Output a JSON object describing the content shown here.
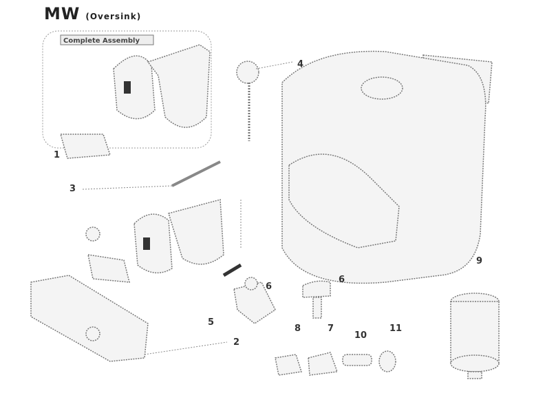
{
  "title": {
    "model": "MW",
    "variant": "(Oversink)"
  },
  "assembly_label": "Complete Assembly",
  "callouts": [
    "1",
    "2",
    "3",
    "4",
    "5",
    "6",
    "6",
    "7",
    "8",
    "9",
    "10",
    "11"
  ]
}
